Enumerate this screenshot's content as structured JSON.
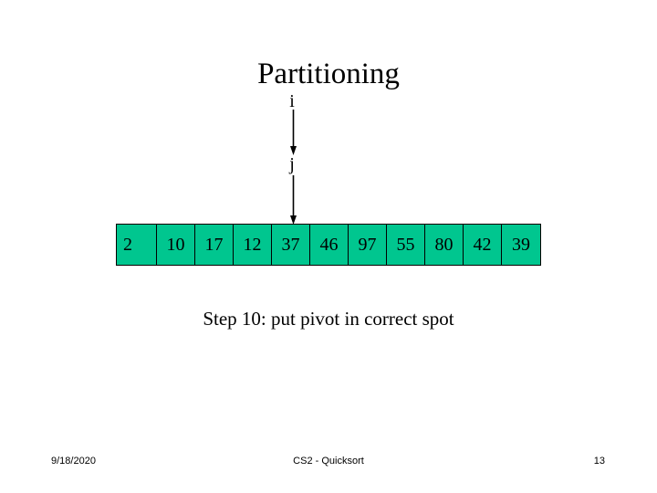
{
  "slide": {
    "title": "Partitioning",
    "caption": "Step 10:  put pivot in correct spot",
    "background_color": "#FFFFFF"
  },
  "pointers": {
    "upper_label": "i",
    "lower_label": "j",
    "arrow_color": "#000000",
    "target_cell_index": 4
  },
  "array": {
    "cell_fill_color": "#00C68F",
    "cell_border_color": "#000000",
    "values": [
      "2",
      "10",
      "17",
      "12",
      "37",
      "46",
      "97",
      "55",
      "80",
      "42",
      "39"
    ]
  },
  "footer": {
    "date": "9/18/2020",
    "center": "CS2 - Quicksort",
    "page_number": "13"
  }
}
